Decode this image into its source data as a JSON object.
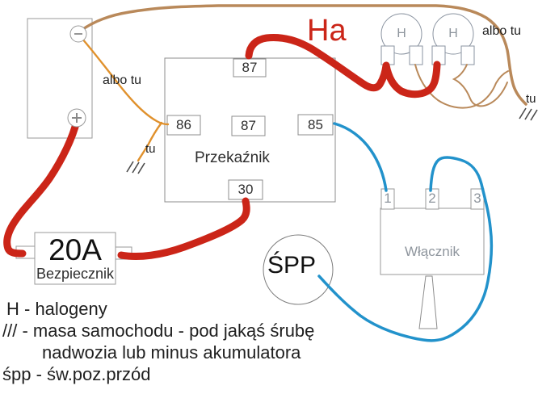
{
  "diagram": {
    "battery": {},
    "relay": {
      "label": "Przekaźnik",
      "terminal_top": "87",
      "terminal_left": "86",
      "terminal_middle": "87",
      "terminal_right": "85",
      "terminal_bottom": "30"
    },
    "fuse": {
      "rating": "20A",
      "label": "Bezpiecznik"
    },
    "lamps": {
      "left_label": "H",
      "right_label": "H"
    },
    "switch": {
      "label": "Włącznik",
      "terminal_1": "1",
      "terminal_2": "2",
      "terminal_3": "3"
    },
    "spp_circle": {
      "label": "ŚPP"
    },
    "annotations": {
      "ha_label": "Ha",
      "albo_tu_left": "albo tu",
      "tu_left": "tu",
      "albo_tu_right": "albo tu",
      "tu_right": "tu"
    }
  },
  "legend": {
    "line_h": "H - halogeny",
    "line_ground_1": "/// - masa samochodu - pod jakąś śrubę",
    "line_ground_2": "nadwozia lub minus akumulatora",
    "line_spp": "śpp - św.poz.przód"
  },
  "colors": {
    "power_wire_red": "#cb2518",
    "ground_wire_brown": "#b9895a",
    "coil_wire_orange": "#e0912d",
    "switch_wire_blue": "#2292cb"
  }
}
